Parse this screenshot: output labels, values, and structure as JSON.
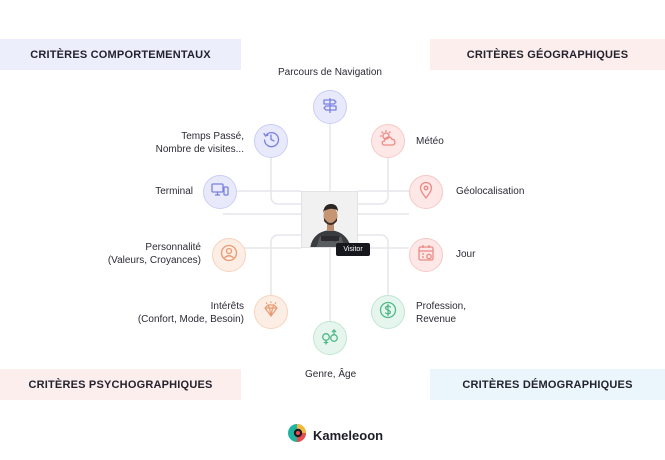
{
  "banners": {
    "top_left": "CRITÈRES COMPORTEMENTAUX",
    "top_right": "CRITÈRES GÉOGRAPHIQUES",
    "bottom_left": "CRITÈRES PSYCHOGRAPHIQUES",
    "bottom_right": "CRITÈRES DÉMOGRAPHIQUES"
  },
  "nodes": {
    "navigation": "Parcours de Navigation",
    "time_line1": "Temps Passé,",
    "time_line2": "Nombre de visites...",
    "terminal": "Terminal",
    "personality_line1": "Personnalité",
    "personality_line2": "(Valeurs, Croyances)",
    "interests_line1": "Intérêts",
    "interests_line2": "(Confort, Mode, Besoin)",
    "gender_age": "Genre, Âge",
    "weather": "Météo",
    "geolocation": "Géolocalisation",
    "day": "Jour",
    "profession_line1": "Profession,",
    "profession_line2": "Revenue"
  },
  "center": {
    "badge": "Visitor"
  },
  "brand": {
    "name": "Kameleoon"
  },
  "colors": {
    "behavioral": "#eceefc",
    "geographic": "#fdeeee",
    "psychographic": "#fdeeee",
    "demographic": "#eaf6fb",
    "line": "#e4e4ea"
  },
  "icons": {
    "navigation": "signpost-icon",
    "time": "history-clock-icon",
    "terminal": "devices-icon",
    "personality": "user-icon",
    "interests": "diamond-icon",
    "gender_age": "gender-icon",
    "weather": "sun-cloud-icon",
    "geolocation": "map-pin-icon",
    "day": "calendar-icon",
    "profession": "dollar-coin-icon"
  }
}
